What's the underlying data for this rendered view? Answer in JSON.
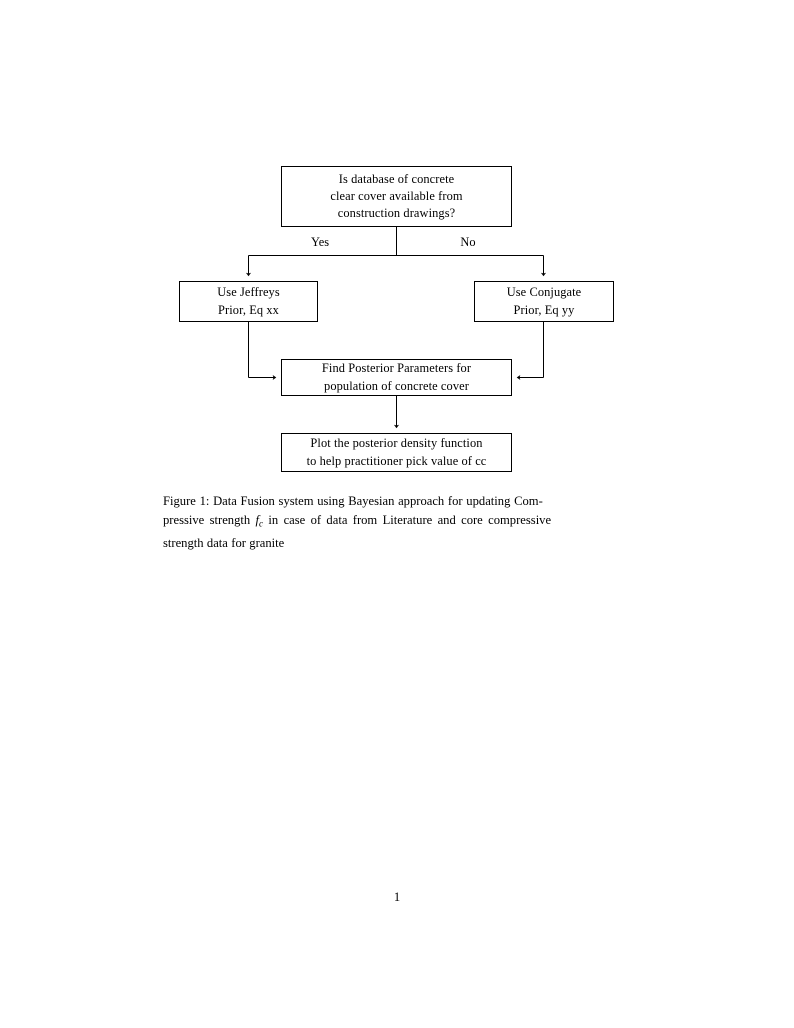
{
  "document": {
    "page_number": "1"
  },
  "figure": {
    "nodes": [
      {
        "id": "decision",
        "type": "decision",
        "lines": [
          "Is database of concrete",
          "clear cover available from",
          "construction drawings?"
        ]
      },
      {
        "id": "jeffreys",
        "type": "process",
        "lines": [
          "Use Jeffreys",
          "Prior, Eq xx"
        ]
      },
      {
        "id": "conjugate",
        "type": "process",
        "lines": [
          "Use Conjugate",
          "Prior, Eq yy"
        ]
      },
      {
        "id": "posterior",
        "type": "process",
        "lines": [
          "Find Posterior Parameters for",
          "population of concrete cover"
        ]
      },
      {
        "id": "plot",
        "type": "process",
        "lines": [
          "Plot the posterior density function",
          "to help practitioner pick value of cc"
        ]
      }
    ],
    "edge_labels": {
      "yes": "Yes",
      "no": "No"
    },
    "stroke_color": "#000000",
    "fill_color": "#ffffff"
  },
  "caption": {
    "label": "Figure 1:",
    "line1_pre": "Figure 1:  Data Fusion system using Bayesian approach for updating Com-",
    "line2_pre": "pressive strength ",
    "math": "f",
    "math_sub": "c",
    "line2_post": " in case of data from Literature and core compressive",
    "line3": "strength data for granite",
    "full_text": "Figure 1: Data Fusion system using Bayesian approach for updating Compressive strength f_c in case of data from Literature and core compressive strength data for granite"
  }
}
